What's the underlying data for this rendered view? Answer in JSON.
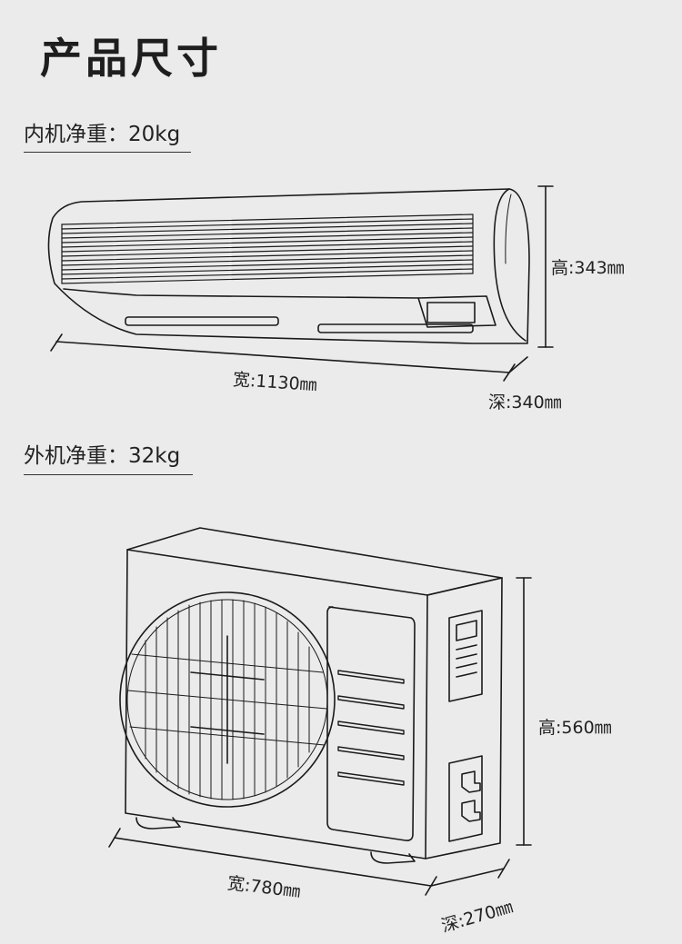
{
  "page": {
    "title": "产品尺寸"
  },
  "indoor_unit": {
    "weight_label": "内机净重：20kg",
    "height": "高:343㎜",
    "width": "宽:1130㎜",
    "depth": "深:340㎜"
  },
  "outdoor_unit": {
    "weight_label": "外机净重：32kg",
    "height": "高:560㎜",
    "width": "宽:780㎜",
    "depth": "深:270㎜"
  },
  "colors": {
    "background": "#ebebeb",
    "line": "#1a1a1a"
  }
}
